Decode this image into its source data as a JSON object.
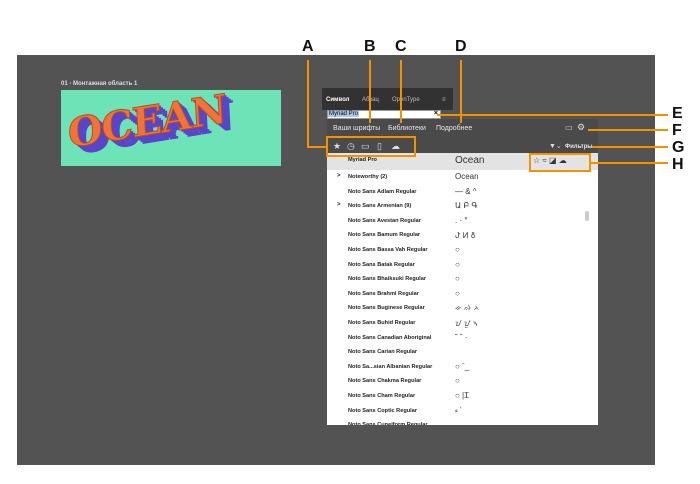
{
  "artboard": {
    "label": "01 - Монтажная область 1",
    "text": "OCEAN"
  },
  "panel": {
    "tabs": [
      "Символ",
      "Абзац",
      "OpenType"
    ],
    "search_value": "Myriad Pro",
    "nav_tabs": [
      "Ваши шрифты",
      "Библиотеки",
      "Подробнее"
    ],
    "filters_label": "Фильтры"
  },
  "fonts": [
    {
      "name": "Myriad Pro",
      "sample": "Ocean",
      "selected": true
    },
    {
      "name": "Noteworthy (2)",
      "sample": "Ocean",
      "expand": ">"
    },
    {
      "name": "Noto Sans Adlam Regular",
      "sample": "— & ^"
    },
    {
      "name": "Noto Sans Armenian (9)",
      "sample": "Ա Բ Գ",
      "expand": ">"
    },
    {
      "name": "Noto Sans Avestan Regular",
      "sample": ". · °"
    },
    {
      "name": "Noto Sans Bamum Regular",
      "sample": "ꚠ ꚡ ꚢ"
    },
    {
      "name": "Noto Sans Bassa Vah Regular",
      "sample": "○"
    },
    {
      "name": "Noto Sans Batak Regular",
      "sample": "○"
    },
    {
      "name": "Noto Sans Bhaiksuki Regular",
      "sample": "○"
    },
    {
      "name": "Noto Sans Brahmi Regular",
      "sample": "○"
    },
    {
      "name": "Noto Sans Buginese Regular",
      "sample": "ᨀ ᨁ ᨂ"
    },
    {
      "name": "Noto Sans Buhid Regular",
      "sample": "ᝀ ᝁ ᝂ"
    },
    {
      "name": "Noto Sans Canadian Aboriginal",
      "sample": "˘ ˇ ·"
    },
    {
      "name": "Noto Sans Carian Regular",
      "sample": ""
    },
    {
      "name": "Noto Sa...sian Albanian Regular",
      "sample": "○ ˉ_"
    },
    {
      "name": "Noto Sans Chakma Regular",
      "sample": "○"
    },
    {
      "name": "Noto Sans Cham Regular",
      "sample": "○ |Ꮖ"
    },
    {
      "name": "Noto Sans Coptic Regular",
      "sample": "⸗ ʼ"
    },
    {
      "name": "Noto Sans Cuneiform Regular",
      "sample": ""
    }
  ],
  "callouts": [
    "A",
    "B",
    "C",
    "D",
    "E",
    "F",
    "G",
    "H"
  ]
}
